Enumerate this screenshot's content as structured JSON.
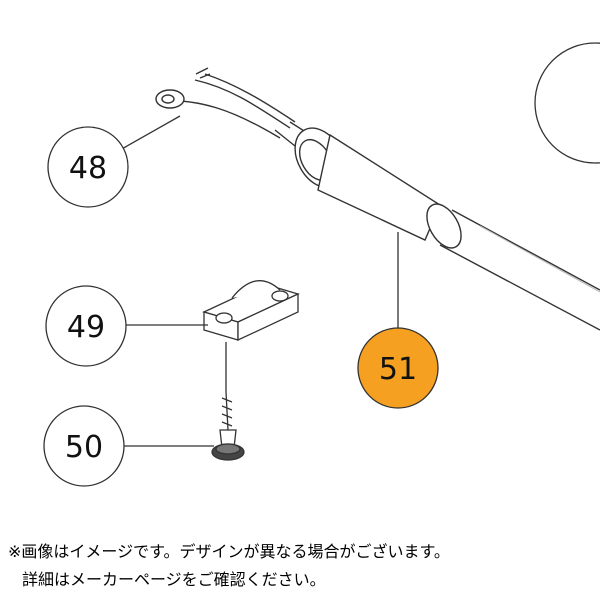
{
  "callouts": {
    "c48": "48",
    "c49": "49",
    "c50": "50",
    "c51": "51"
  },
  "colors": {
    "highlight": "#f5a020",
    "outline": "#333333"
  },
  "note": {
    "line1": "※画像はイメージです。デザインが異なる場合がございます。",
    "line2": "詳細はメーカーページをご確認ください。"
  }
}
